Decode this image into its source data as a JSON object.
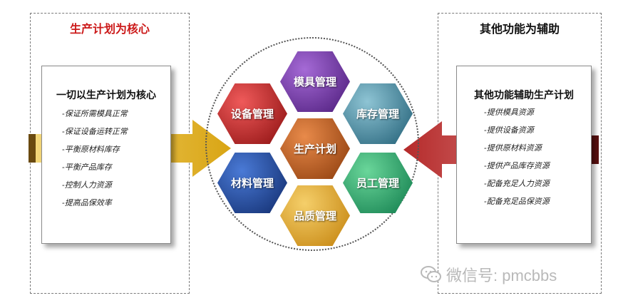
{
  "left_panel": {
    "title": "生产计划为核心",
    "title_color": "#cc1a1a",
    "card_heading": "一切以生产计划为核心",
    "items": [
      "-保证所需模具正常",
      "-保证设备运转正常",
      "-平衡原材料库存",
      "-平衡产品库存",
      "-控制人力资源",
      "-提高品保效率"
    ]
  },
  "right_panel": {
    "title": "其他功能为辅助",
    "title_color": "#111111",
    "card_heading": "其他功能辅助生产计划",
    "items": [
      "-提供模具资源",
      "-提供设备资源",
      "-提供原材料资源",
      "-提供产品库存资源",
      "-配备充足人力资源",
      "-配备充足品保资源"
    ]
  },
  "hexagons": {
    "center": {
      "label": "生产计划",
      "color": "#c25a1a"
    },
    "top": {
      "label": "模具管理",
      "color": "#6a2d9a"
    },
    "upper_left": {
      "label": "设备管理",
      "color": "#c21a1a"
    },
    "upper_right": {
      "label": "库存管理",
      "color": "#2d7a96"
    },
    "lower_left": {
      "label": "材料管理",
      "color": "#1a3f8f"
    },
    "lower_right": {
      "label": "员工管理",
      "color": "#1f9a5a"
    },
    "bottom": {
      "label": "品质管理",
      "color": "#d99a1a"
    }
  },
  "arrows": {
    "left_color": "#e2b322",
    "right_color": "#c23a3a"
  },
  "watermark": {
    "text": "微信号: pmcbbs",
    "icon": "wechat-icon"
  }
}
